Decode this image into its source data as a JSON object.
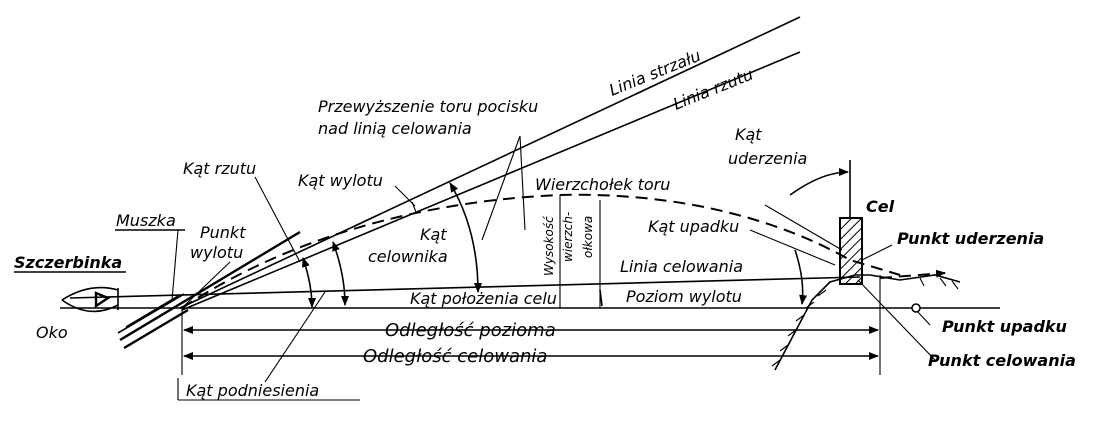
{
  "labels": {
    "linia_strzalu": "Linia strzału",
    "linia_rzutu": "Linia rzutu",
    "przewyzszenie_1": "Przewyższenie toru pocisku",
    "przewyzszenie_2": "nad linią celowania",
    "kat_uderzenia_1": "Kąt",
    "kat_uderzenia_2": "uderzenia",
    "kat_rzutu": "Kąt rzutu",
    "kat_wylotu": "Kąt wylotu",
    "wierzcholek_toru": "Wierzchołek toru",
    "cel": "Cel",
    "muszka": "Muszka",
    "punkt_wylotu_1": "Punkt",
    "punkt_wylotu_2": "wylotu",
    "kat_celownika_1": "Kąt",
    "kat_celownika_2": "celownika",
    "wysokosc_1": "Wysokość",
    "wysokosc_2": "wierzch-",
    "wysokosc_3": "ołkowa",
    "kat_upadku": "Kąt upadku",
    "punkt_uderzenia": "Punkt uderzenia",
    "szczerbinka": "Szczerbinka",
    "linia_celowania": "Linia celowania",
    "kat_polozenia_celu": "Kąt położenia celu",
    "poziom_wylotu": "Poziom wylotu",
    "oko": "Oko",
    "odleglosc_pozioma": "Odległość pozioma",
    "punkt_upadku": "Punkt upadku",
    "odleglosc_celowania": "Odległość celowania",
    "punkt_celowania": "Punkt celowania",
    "kat_podniesienia": "Kąt podniesienia"
  }
}
